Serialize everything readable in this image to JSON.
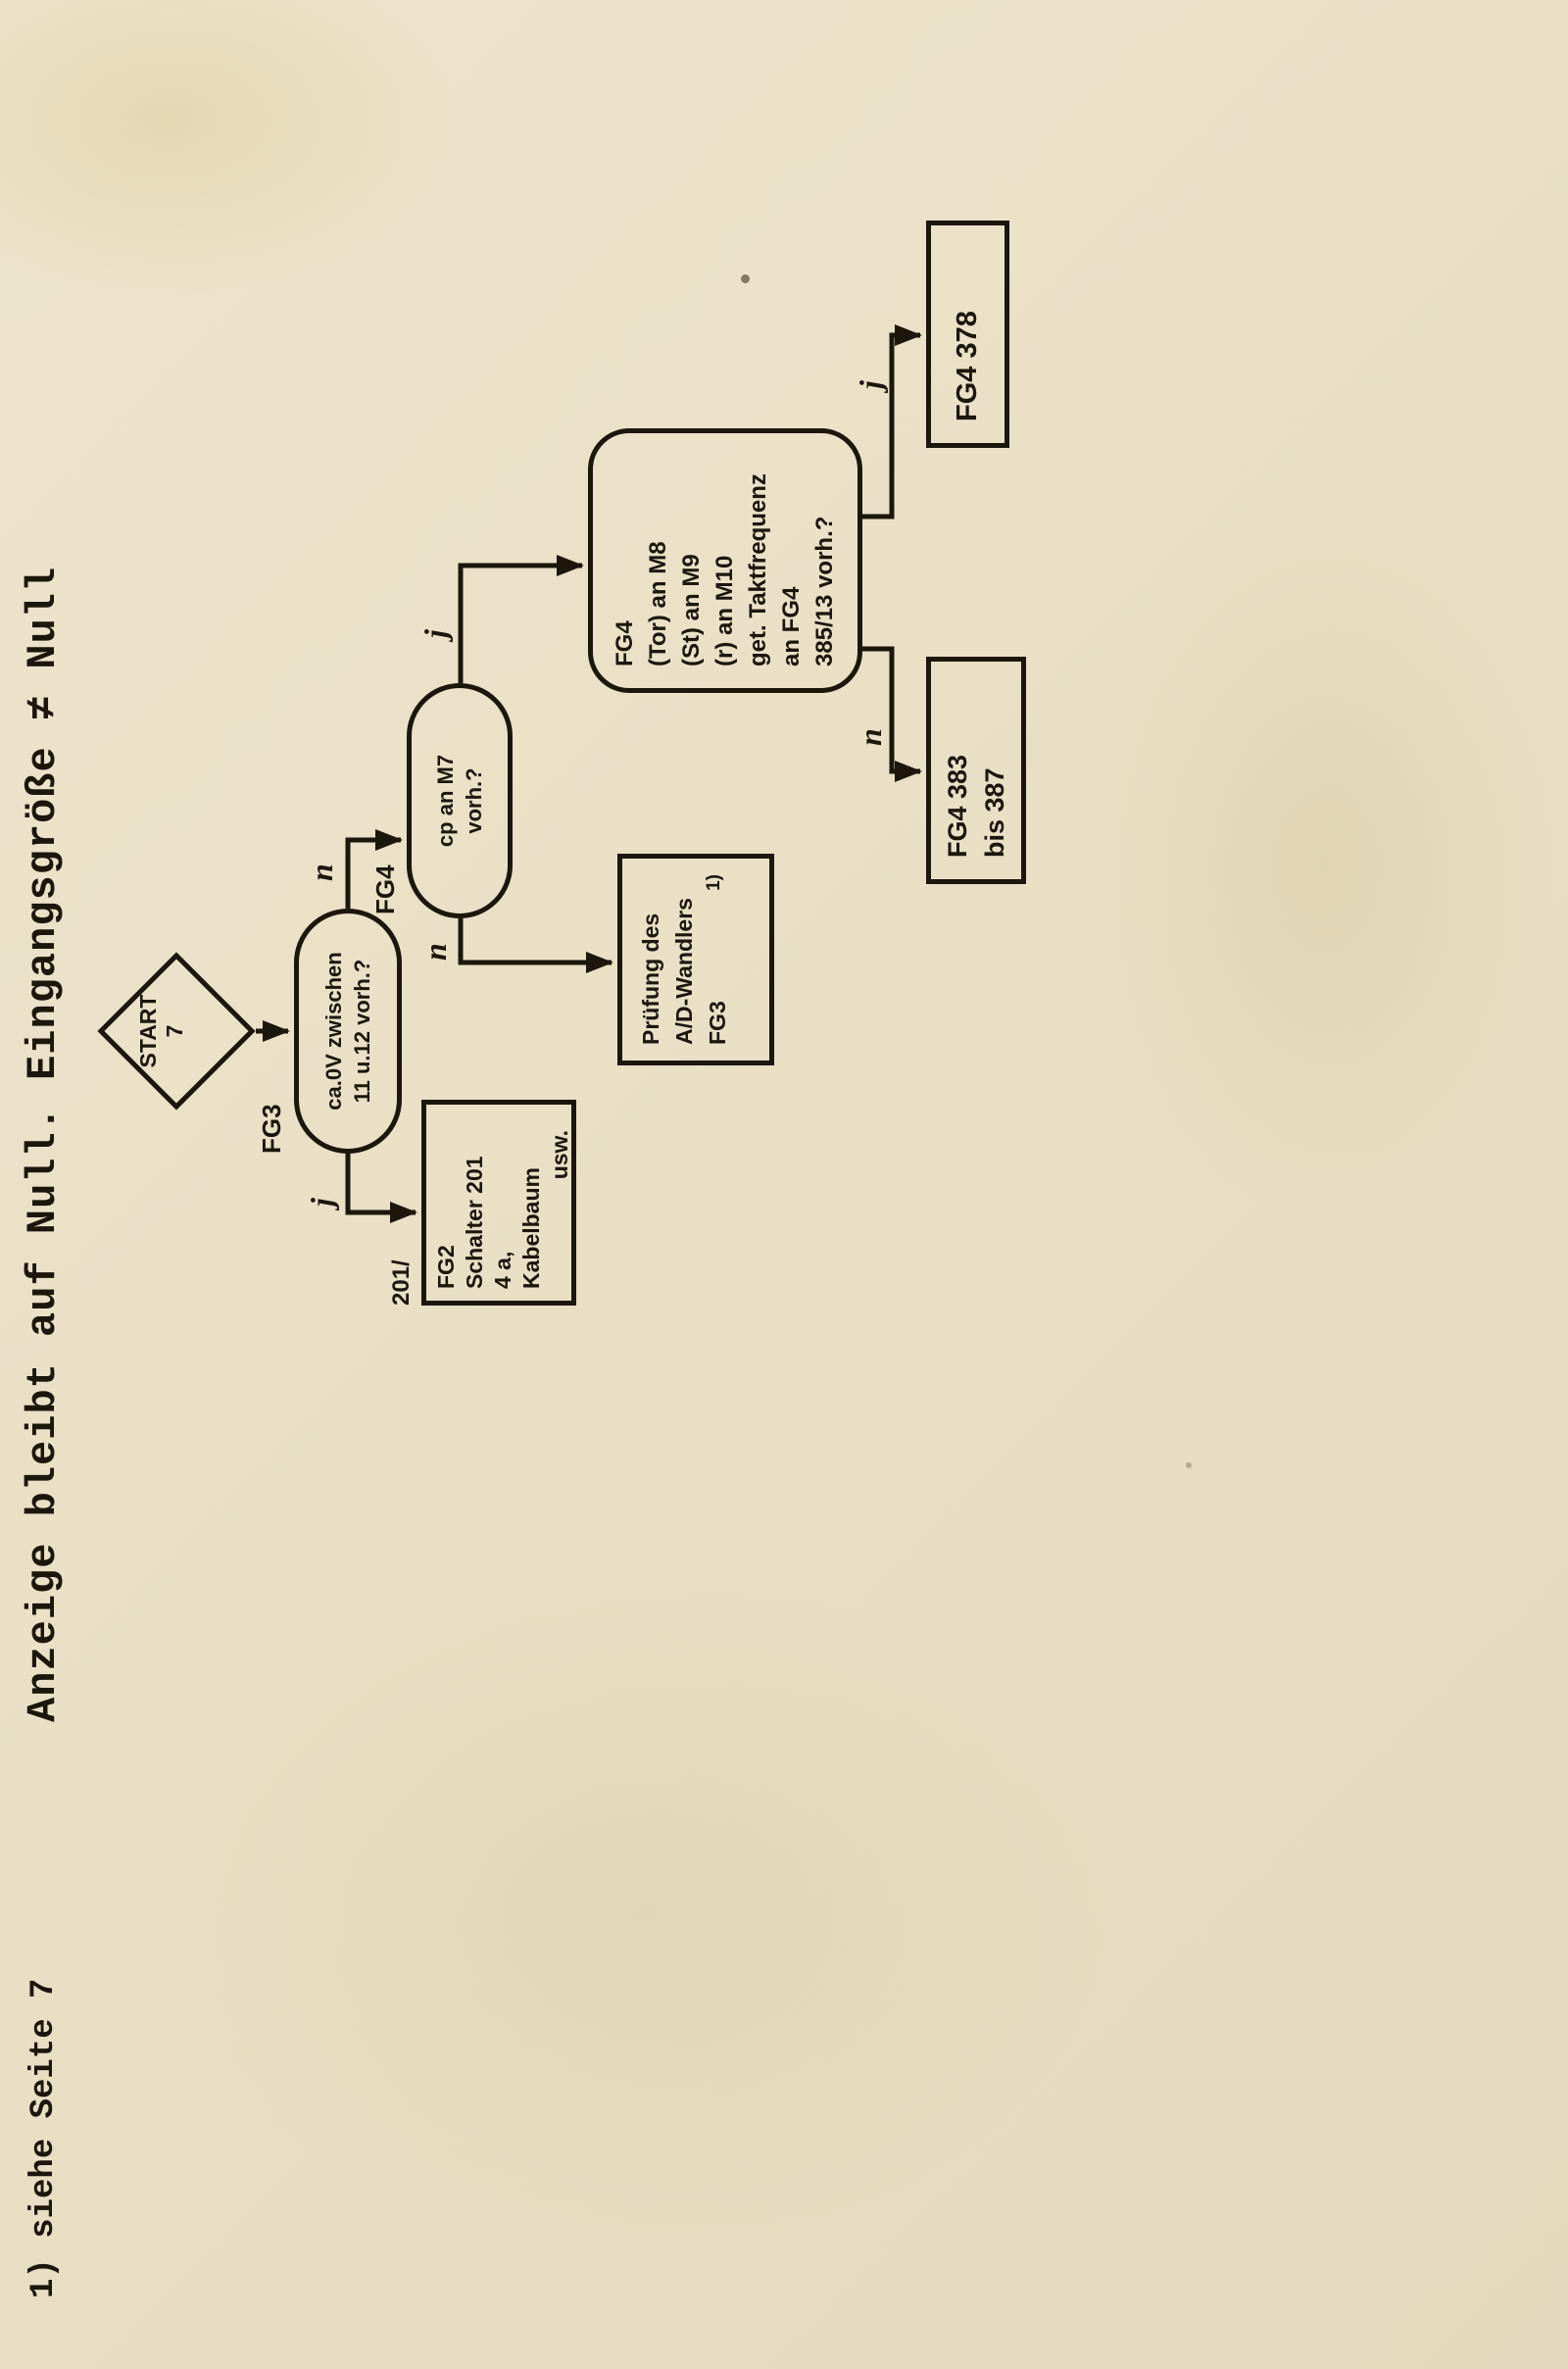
{
  "page": {
    "title": "Anzeige bleibt auf Null. Eingangsgröße ≠ Null",
    "footnote": "1) siehe Seite 7"
  },
  "colors": {
    "paper": "#e9e0c6",
    "ink": "#1c160c"
  },
  "flowchart": {
    "start": {
      "label": "START",
      "page_ref": "7"
    },
    "nodes": {
      "fg3_zero_volt_check": {
        "tag": "FG3",
        "lines": [
          "ca.0V zwischen",
          "11 u.12 vorh.?"
        ]
      },
      "fg2_switch_action": {
        "tag": "201/",
        "lines": [
          "FG2",
          "Schalter 201",
          "4 a,",
          "Kabelbaum",
          "usw."
        ]
      },
      "fg4_cp_check": {
        "tag": "FG4",
        "lines": [
          "cp an M7",
          "vorh.?"
        ]
      },
      "ad_converter_action": {
        "lines": [
          "Prüfung des",
          "A/D-Wandlers",
          "FG3"
        ],
        "footnote_ref": "1)"
      },
      "fg4_clock_check": {
        "lines": [
          "FG4",
          "(Tor) an M8",
          "(St) an M9",
          "(r) an M10",
          "get. Taktfrequenz",
          "an FG4",
          "385/13 vorh.?"
        ]
      },
      "fg4_378_result": {
        "lines": [
          "FG4 378"
        ]
      },
      "fg4_383_result": {
        "lines": [
          "FG4 383",
          "bis 387"
        ]
      }
    },
    "edges": [
      {
        "from": "start",
        "to": "fg3_zero_volt_check",
        "label": ""
      },
      {
        "from": "fg3_zero_volt_check",
        "to": "fg2_switch_action",
        "label": "j"
      },
      {
        "from": "fg3_zero_volt_check",
        "to": "fg4_cp_check",
        "label": "n"
      },
      {
        "from": "fg4_cp_check",
        "to": "ad_converter_action",
        "label": "n"
      },
      {
        "from": "fg4_cp_check",
        "to": "fg4_clock_check",
        "label": "j"
      },
      {
        "from": "fg4_clock_check",
        "to": "fg4_378_result",
        "label": "j"
      },
      {
        "from": "fg4_clock_check",
        "to": "fg4_383_result",
        "label": "n"
      }
    ]
  }
}
